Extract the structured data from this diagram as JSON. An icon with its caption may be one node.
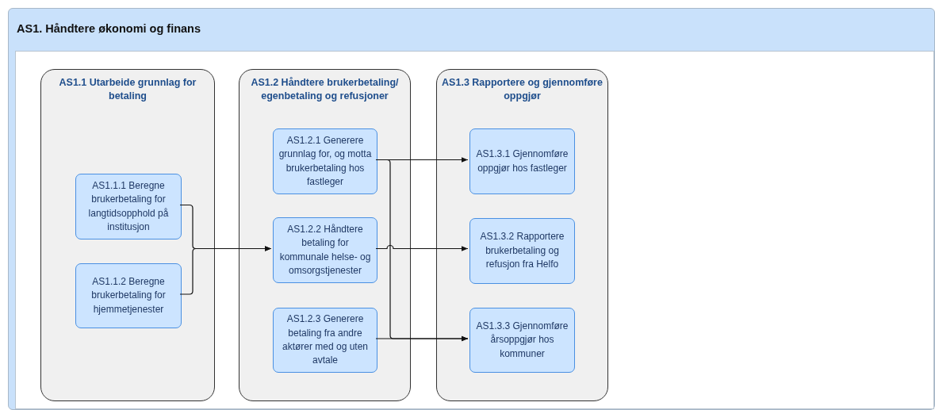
{
  "diagram": {
    "nodes": [
      {
        "text": [
          "AS1. Håndtere økonomi og finans"
        ]
      },
      {
        "text": [
          "AS1.1 Utarbeide grunnlag for betaling"
        ],
        "in": 0
      },
      {
        "text": [
          "AS1.1.1 Beregne brukerbetaling for langtidsopphold på institusjon"
        ],
        "in": 1
      },
      {
        "text": [
          "AS1.1.2 Beregne brukerbetaling for hjemmetjenester"
        ],
        "in": 1
      },
      {
        "text": [
          "AS1.2 Håndtere brukerbetaling/ egenbetaling og refusjoner"
        ],
        "in": 0
      },
      {
        "text": [
          "AS1.2.1 Generere grunnlag for, og motta brukerbetaling hos fastleger"
        ],
        "in": 4
      },
      {
        "text": [
          "AS1.2.2 Håndtere betaling for kommunale helse- og omsorgstjenester"
        ],
        "in": 4
      },
      {
        "text": [
          "AS1.2.3 Generere betaling fra andre aktører med og uten avtale"
        ],
        "in": 4
      },
      {
        "text": [
          "AS1.3 Rapportere og gjennomføre oppgjør"
        ],
        "in": 0
      },
      {
        "text": [
          "AS1.3.1 Gjennomføre oppgjør hos fastleger"
        ],
        "in": 8
      },
      {
        "text": [
          "AS1.3.2 Rapportere brukerbetaling og refusjon fra Helfo"
        ],
        "in": 8
      },
      {
        "text": [
          "AS1.3.3 Gjennomføre årsoppgjør hos kommuner"
        ],
        "in": 8
      }
    ],
    "edges": [
      {
        "from": 2,
        "to": 6,
        "arrow": "to"
      },
      {
        "from": 3,
        "to": 6,
        "arrow": "to"
      },
      {
        "from": 5,
        "to": 9,
        "arrow": "to"
      },
      {
        "from": 5,
        "to": 11,
        "arrow": "to"
      },
      {
        "from": 6,
        "to": 10,
        "arrow": "to"
      },
      {
        "from": 7,
        "to": 11,
        "arrow": "to"
      }
    ]
  }
}
